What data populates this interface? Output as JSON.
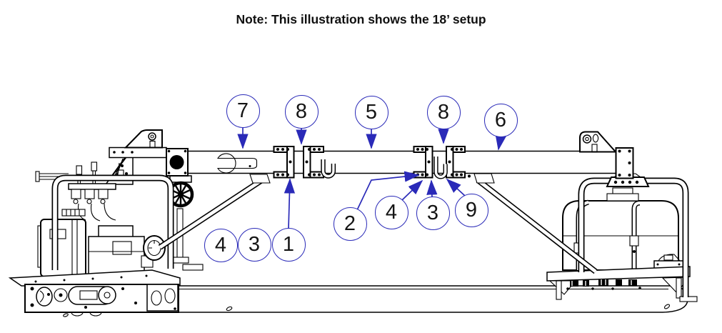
{
  "note": {
    "text": "Note: This illustration shows the 18’ setup"
  },
  "callouts": [
    {
      "id": "7",
      "label": "7"
    },
    {
      "id": "8-left",
      "label": "8"
    },
    {
      "id": "5",
      "label": "5"
    },
    {
      "id": "8-right",
      "label": "8"
    },
    {
      "id": "6",
      "label": "6"
    },
    {
      "id": "2",
      "label": "2"
    },
    {
      "id": "4-mid",
      "label": "4"
    },
    {
      "id": "3-mid",
      "label": "3"
    },
    {
      "id": "9",
      "label": "9"
    },
    {
      "id": "4-left",
      "label": "4"
    },
    {
      "id": "3-left",
      "label": "3"
    },
    {
      "id": "1",
      "label": "1"
    }
  ],
  "colors": {
    "callout_blue": "#2a2ab8",
    "line_black": "#000000",
    "background": "#ffffff"
  }
}
